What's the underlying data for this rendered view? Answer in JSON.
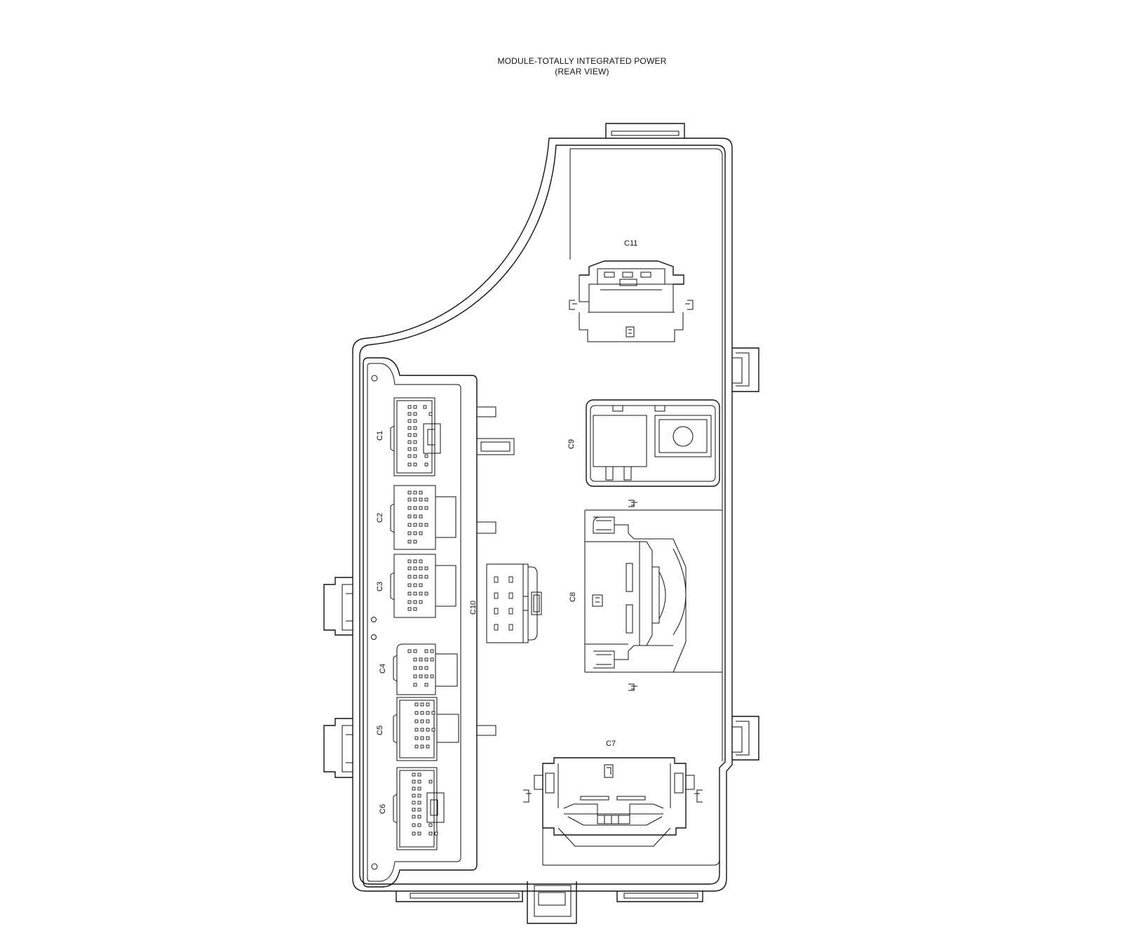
{
  "title": {
    "line1": "MODULE-TOTALLY INTEGRATED POWER",
    "line2": "(REAR VIEW)"
  },
  "connectors": {
    "c1": "C1",
    "c2": "C2",
    "c3": "C3",
    "c4": "C4",
    "c5": "C5",
    "c6": "C6",
    "c7": "C7",
    "c8": "C8",
    "c9": "C9",
    "c10": "C10",
    "c11": "C11"
  }
}
